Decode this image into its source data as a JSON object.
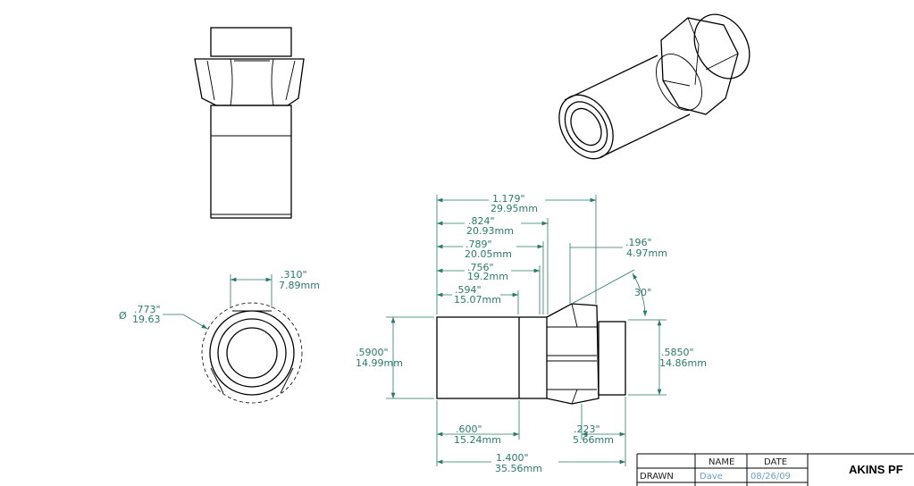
{
  "dims": {
    "overall_len_top": {
      "in": "1.179\"",
      "mm": "29.95mm"
    },
    "d824": {
      "in": ".824\"",
      "mm": "20.93mm"
    },
    "d789": {
      "in": ".789\"",
      "mm": "20.05mm"
    },
    "d756": {
      "in": ".756\"",
      "mm": "19.2mm"
    },
    "d594": {
      "in": ".594\"",
      "mm": "15.07mm"
    },
    "d196": {
      "in": ".196\"",
      "mm": "4.97mm"
    },
    "angle": "30°",
    "dia_left": {
      "in": ".5900\"",
      "mm": "14.99mm"
    },
    "dia_right": {
      "in": ".5850\"",
      "mm": "14.86mm"
    },
    "d600": {
      "in": ".600\"",
      "mm": "15.24mm"
    },
    "d223": {
      "in": ".223\"",
      "mm": "5.66mm"
    },
    "overall_len": {
      "in": "1.400\"",
      "mm": "35.56mm"
    },
    "end_width": {
      "in": ".310\"",
      "mm": "7.89mm"
    },
    "end_dia": {
      "sym": "Ø",
      "in": ".773\"",
      "mm": "19.63"
    }
  },
  "title_block": {
    "col_name": "NAME",
    "col_date": "DATE",
    "row_label": "DRAWN",
    "name": "Dave",
    "date": "08/26/09",
    "company": "AKINS PF"
  }
}
